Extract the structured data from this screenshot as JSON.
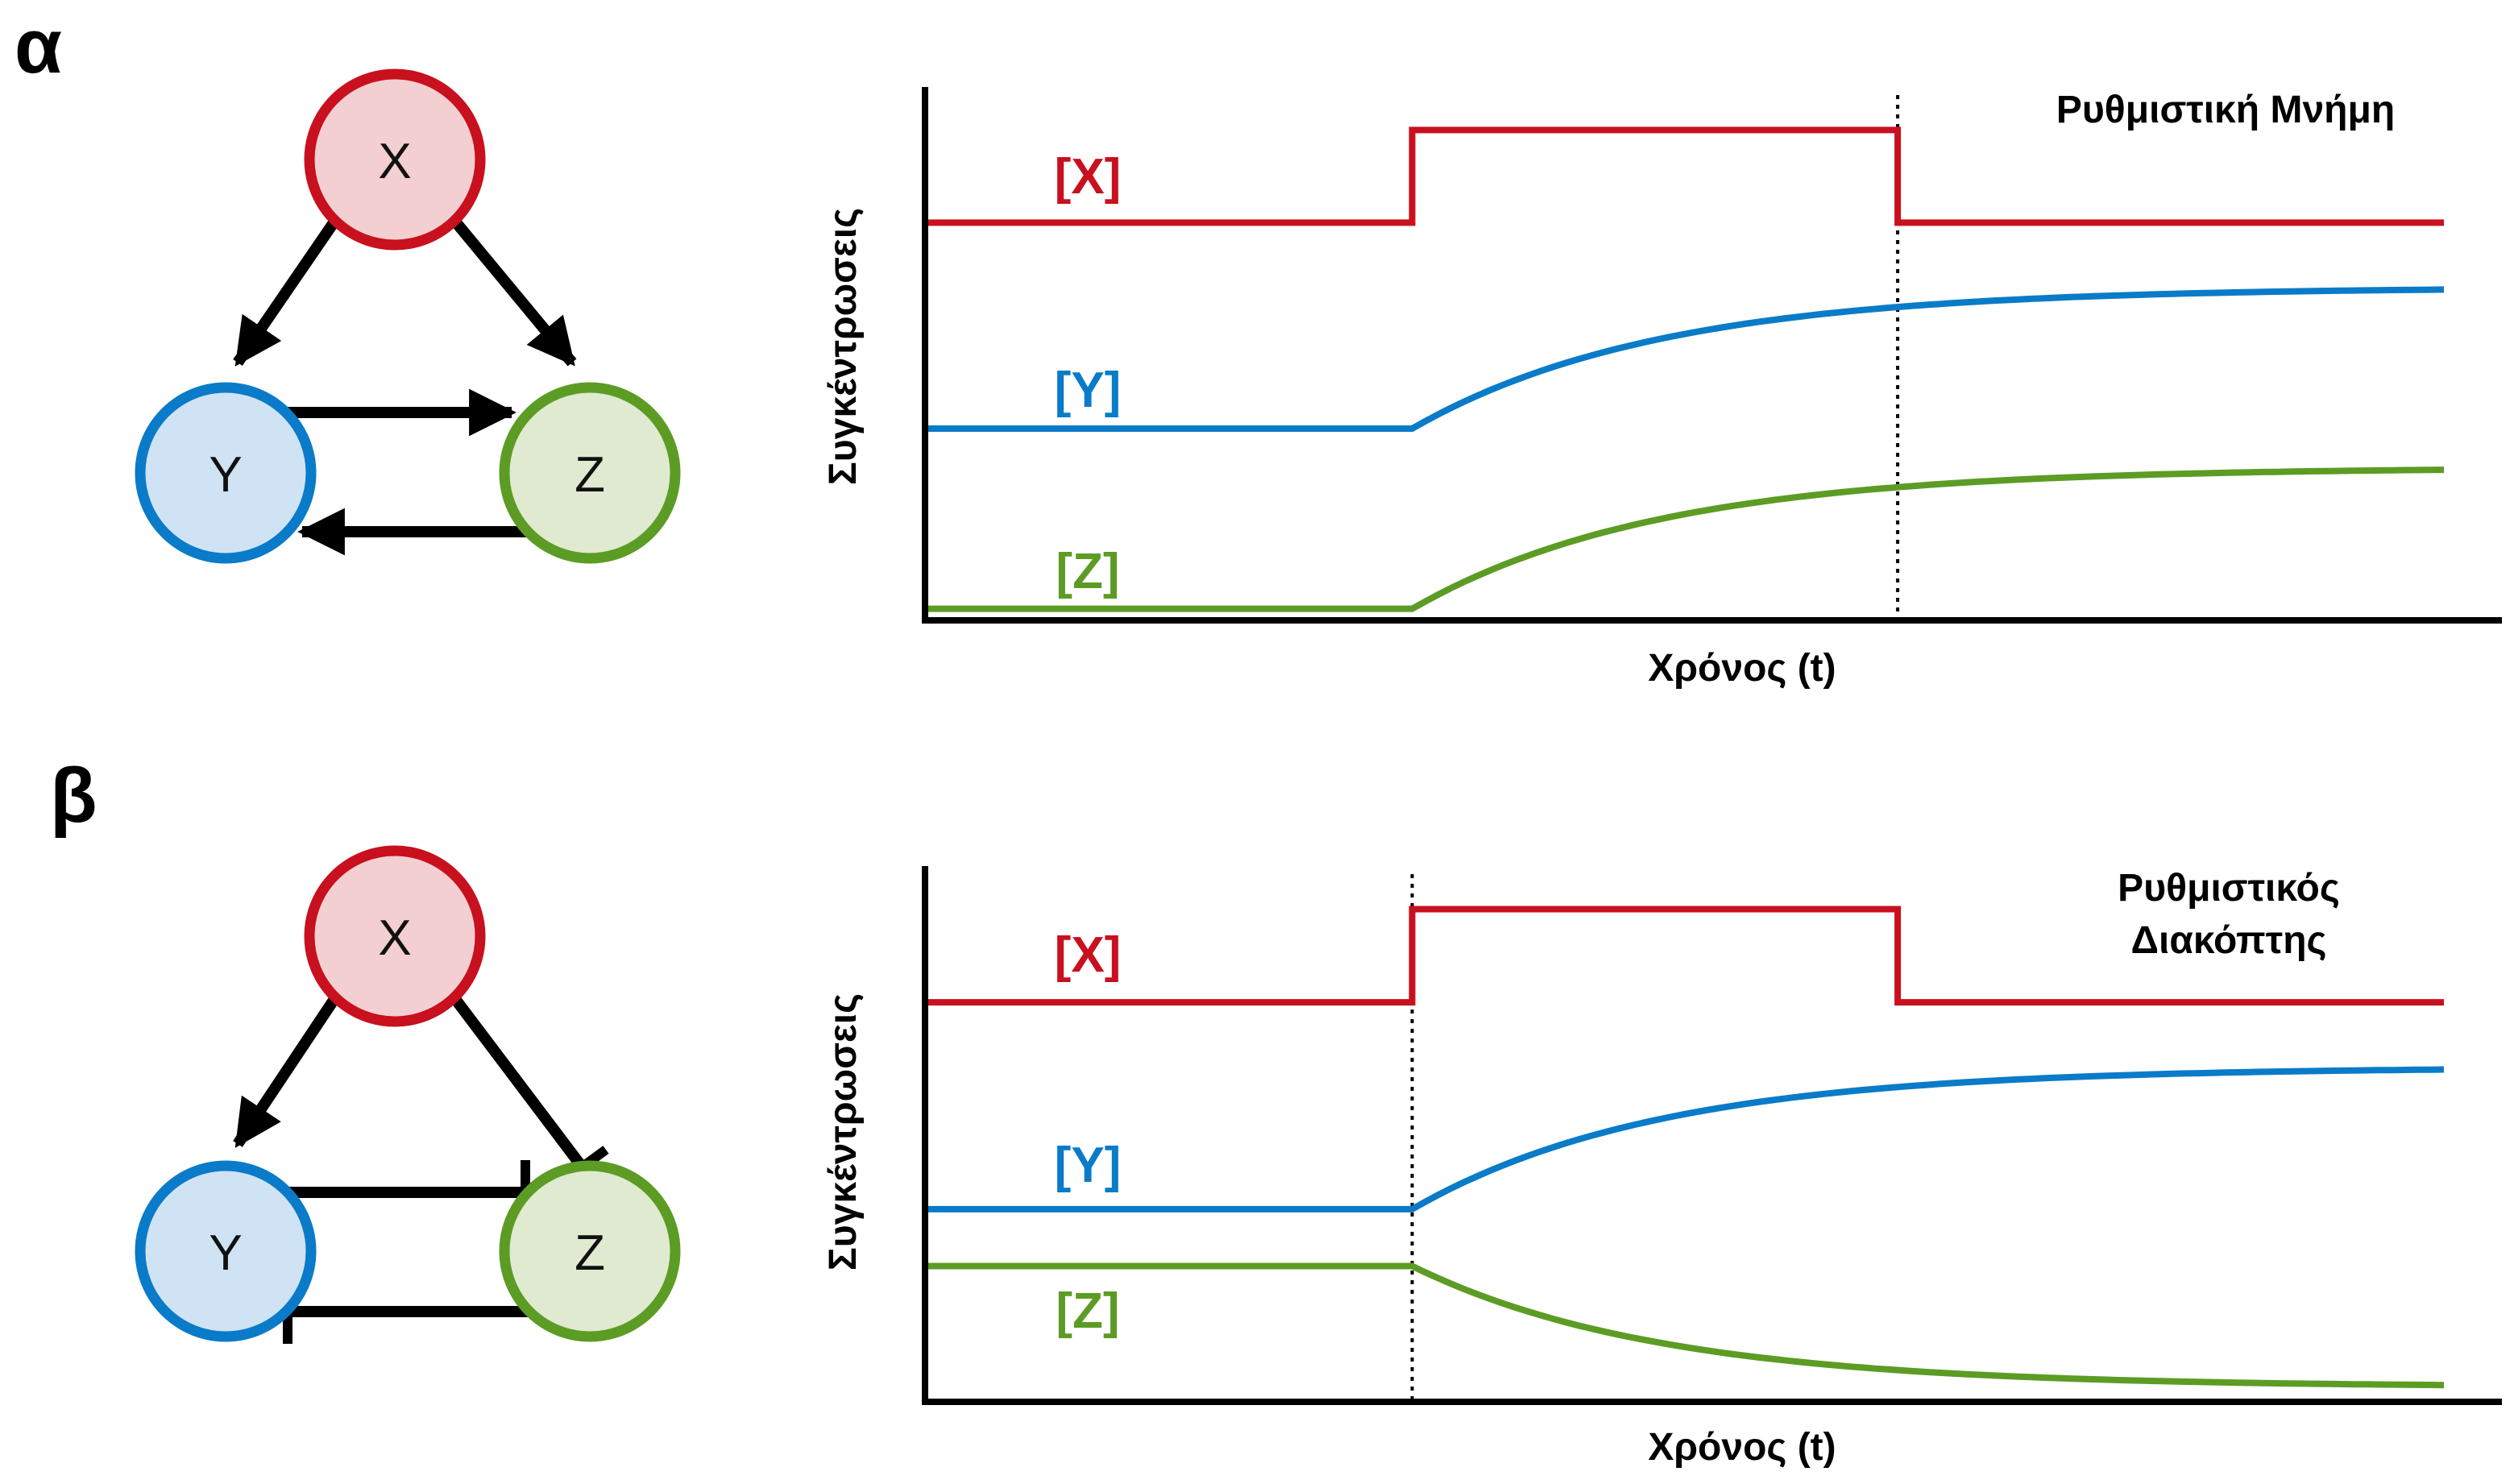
{
  "colors": {
    "x": "#c8101e",
    "y": "#0a7bc8",
    "z": "#5c9c24",
    "x_fill": "#f3cfd1",
    "y_fill": "#cfe3f4",
    "z_fill": "#dfead0",
    "edge": "#000000"
  },
  "panels": [
    {
      "letter": "α",
      "network": {
        "nodes": [
          "X",
          "Y",
          "Z"
        ],
        "edges": [
          {
            "from": "X",
            "to": "Y",
            "type": "activation"
          },
          {
            "from": "X",
            "to": "Z",
            "type": "activation"
          },
          {
            "from": "Y",
            "to": "Z",
            "type": "activation"
          },
          {
            "from": "Z",
            "to": "Y",
            "type": "activation"
          }
        ]
      },
      "chart": {
        "title_lines": [
          "Ρυθμιστική Μνήμη"
        ],
        "ylabel": "Συγκέντρωσεις",
        "xlabel": "Χρόνος (t)",
        "labels": {
          "x": "[X]",
          "y": "[Y]",
          "z": "[Z]"
        }
      }
    },
    {
      "letter": "β",
      "network": {
        "nodes": [
          "X",
          "Y",
          "Z"
        ],
        "edges": [
          {
            "from": "X",
            "to": "Y",
            "type": "activation"
          },
          {
            "from": "X",
            "to": "Z",
            "type": "inhibition"
          },
          {
            "from": "Y",
            "to": "Z",
            "type": "inhibition"
          },
          {
            "from": "Z",
            "to": "Y",
            "type": "inhibition"
          }
        ]
      },
      "chart": {
        "title_lines": [
          "Ρυθμιστικός",
          "Διακόπτης"
        ],
        "ylabel": "Συγκέντρωσεις",
        "xlabel": "Χρόνος (t)",
        "labels": {
          "x": "[X]",
          "y": "[Y]",
          "z": "[Z]"
        }
      }
    }
  ],
  "chart_data": [
    {
      "type": "line",
      "title": "Ρυθμιστική Μνήμη",
      "xlabel": "Χρόνος (t)",
      "ylabel": "Συγκέντρωσεις",
      "x_ticks_shown": false,
      "y_ticks_shown": false,
      "grid": false,
      "xlim": [
        0,
        100
      ],
      "ylim": [
        0,
        100
      ],
      "pulse": {
        "start": 32,
        "end": 64
      },
      "dotted_marker_x": 64,
      "series": [
        {
          "name": "[X]",
          "shape": "step",
          "baseline": 76,
          "high": 94
        },
        {
          "name": "[Y]",
          "shape": "saturating",
          "start_value": 36,
          "end_value": 63
        },
        {
          "name": "[Z]",
          "shape": "saturating",
          "start_value": 1,
          "end_value": 28
        }
      ]
    },
    {
      "type": "line",
      "title": "Ρυθμιστικός Διακόπτης",
      "xlabel": "Χρόνος (t)",
      "ylabel": "Συγκέντρωσεις",
      "x_ticks_shown": false,
      "y_ticks_shown": false,
      "grid": false,
      "xlim": [
        0,
        100
      ],
      "ylim": [
        0,
        100
      ],
      "pulse": {
        "start": 32,
        "end": 64
      },
      "dotted_marker_x": 32,
      "series": [
        {
          "name": "[X]",
          "shape": "step",
          "baseline": 76,
          "high": 94
        },
        {
          "name": "[Y]",
          "shape": "saturating",
          "start_value": 36,
          "end_value": 63
        },
        {
          "name": "[Z]",
          "shape": "decaying",
          "start_value": 25,
          "end_value": 2
        }
      ]
    }
  ]
}
